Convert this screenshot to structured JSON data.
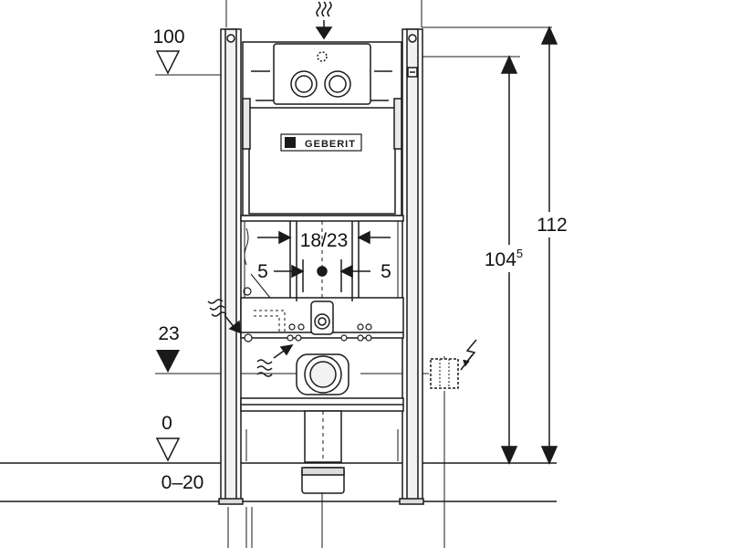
{
  "levels": {
    "top": "100",
    "mid": "23",
    "floor": "0",
    "floor_range": "0–20"
  },
  "dimensions": {
    "overall_height": "112",
    "inner_height_base": "104",
    "inner_height_sup": "5",
    "drain_spacing": "18/23",
    "offset_left": "5",
    "offset_right": "5"
  },
  "brand": "GEBERIT",
  "colors": {
    "line": "#1a1a1a",
    "fill_light": "#e9e9e9",
    "fill_mid": "#cfcfcf",
    "background": "#ffffff"
  }
}
